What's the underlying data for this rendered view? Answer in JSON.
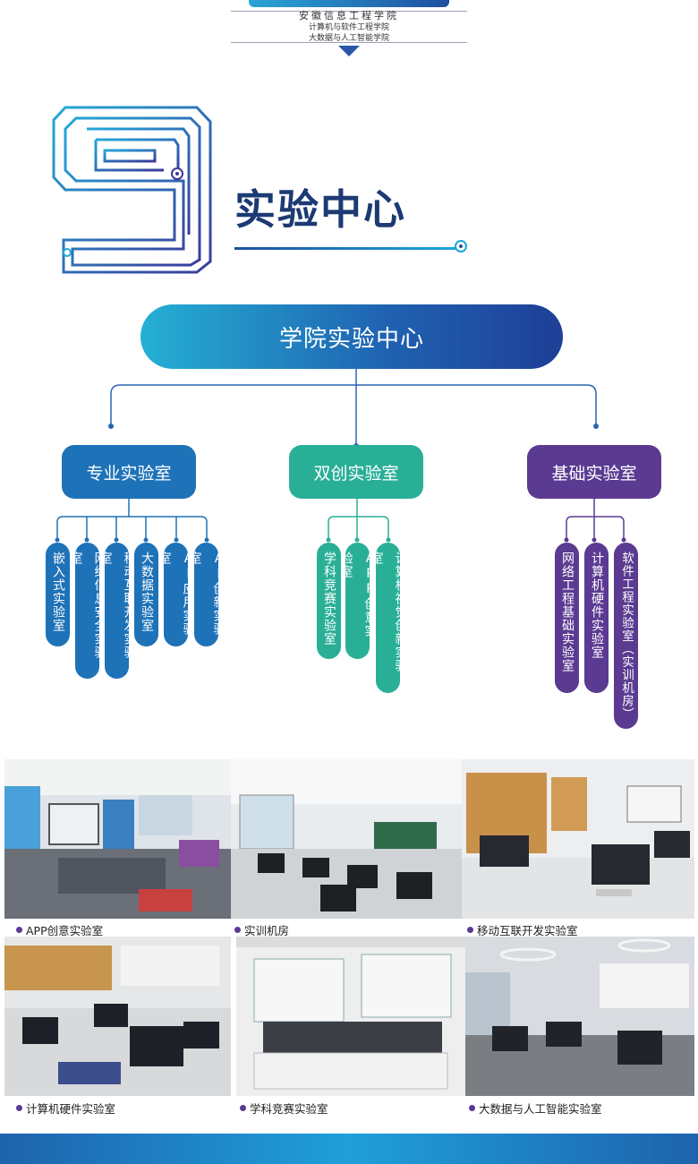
{
  "header": {
    "school": "安徽信息工程学院",
    "college_1": "计算机与软件工程学院",
    "college_2": "大数据与人工智能学院"
  },
  "section": {
    "number_graphic": "9",
    "title": "实验中心"
  },
  "org_chart": {
    "root": "学院实验中心",
    "categories": [
      {
        "label": "专业实验室",
        "color": "#1e72b8",
        "labs": [
          "嵌入式实验室",
          "网络信息安全实验室",
          "移动互联开发实验室",
          "大数据实验室",
          "AI应用实验室",
          "AI创新实验室"
        ]
      },
      {
        "label": "双创实验室",
        "color": "#2aaf97",
        "labs": [
          "学科竞赛实验室",
          "APP创意实验室",
          "计算机视觉创新实验室"
        ]
      },
      {
        "label": "基础实验室",
        "color": "#5b3a92",
        "labs": [
          "网络工程基础实验室",
          "计算机硬件实验室",
          "软件工程实验室（实训机房）"
        ]
      }
    ]
  },
  "gallery": [
    {
      "caption": "APP创意实验室"
    },
    {
      "caption": "实训机房"
    },
    {
      "caption": "移动互联开发实验室"
    },
    {
      "caption": "计算机硬件实验室"
    },
    {
      "caption": "学科竞赛实验室"
    },
    {
      "caption": "大数据与人工智能实验室"
    }
  ],
  "colors": {
    "navy": "#1c3a73",
    "blue": "#1e72b8",
    "teal": "#2aaf97",
    "purple": "#5b3a92"
  }
}
